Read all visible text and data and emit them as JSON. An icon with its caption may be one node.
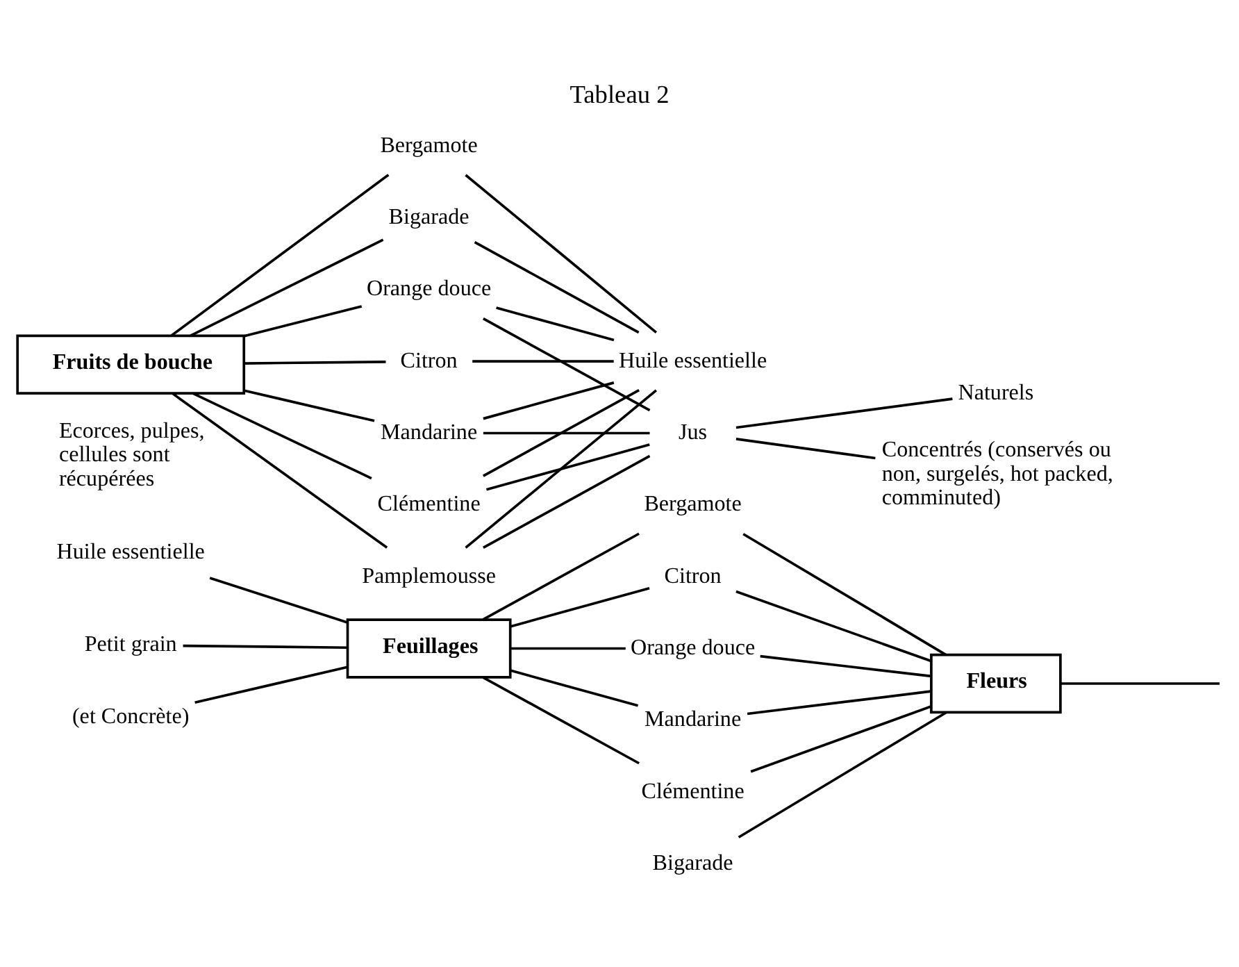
{
  "diagram": {
    "title": "Tableau 2",
    "nodes": [
      {
        "text": [
          "Fruits de bouche"
        ]
      },
      {
        "text": [
          "Bergamote"
        ]
      },
      {
        "text": [
          "Bigarade"
        ]
      },
      {
        "text": [
          "Orange douce"
        ]
      },
      {
        "text": [
          "Citron"
        ]
      },
      {
        "text": [
          "Mandarine"
        ]
      },
      {
        "text": [
          "Clémentine"
        ]
      },
      {
        "text": [
          "Pamplemousse"
        ]
      },
      {
        "text": [
          "Huile essentielle"
        ]
      },
      {
        "text": [
          "Jus"
        ]
      },
      {
        "text": [
          "Naturels"
        ]
      },
      {
        "text": [
          "Concentrés (conservés ou non, surgelés, hot packed, comminuted)"
        ]
      },
      {
        "text": [
          "Huile essentielle"
        ]
      },
      {
        "text": [
          "Petit grain"
        ]
      },
      {
        "text": [
          "(et Concrète)"
        ]
      },
      {
        "text": [
          "Feuillages"
        ]
      },
      {
        "text": [
          "Bergamote"
        ]
      },
      {
        "text": [
          "Bigarade"
        ]
      },
      {
        "text": [
          "Citron"
        ]
      },
      {
        "text": [
          "Orange douce"
        ]
      },
      {
        "text": [
          "Mandarine"
        ]
      },
      {
        "text": [
          "Clémentine"
        ]
      },
      {
        "text": [
          "Fleurs"
        ]
      }
    ],
    "edges": [
      {
        "from": 0,
        "to": 1,
        "arrow": "none"
      },
      {
        "from": 0,
        "to": 2,
        "arrow": "none"
      },
      {
        "from": 0,
        "to": 3,
        "arrow": "none"
      },
      {
        "from": 0,
        "to": 4,
        "arrow": "none"
      },
      {
        "from": 0,
        "to": 5,
        "arrow": "none"
      },
      {
        "from": 0,
        "to": 6,
        "arrow": "none"
      },
      {
        "from": 0,
        "to": 7,
        "arrow": "none"
      },
      {
        "from": 1,
        "to": 8,
        "arrow": "none"
      },
      {
        "from": 2,
        "to": 8,
        "arrow": "none"
      },
      {
        "from": 3,
        "to": 8,
        "arrow": "none"
      },
      {
        "from": 4,
        "to": 8,
        "arrow": "none"
      },
      {
        "from": 5,
        "to": 8,
        "arrow": "none"
      },
      {
        "from": 6,
        "to": 8,
        "arrow": "none"
      },
      {
        "from": 7,
        "to": 8,
        "arrow": "none"
      },
      {
        "from": 3,
        "to": 9,
        "arrow": "none"
      },
      {
        "from": 5,
        "to": 9,
        "arrow": "none"
      },
      {
        "from": 6,
        "to": 9,
        "arrow": "none"
      },
      {
        "from": 7,
        "to": 9,
        "arrow": "none"
      },
      {
        "from": 9,
        "to": 10,
        "arrow": "none"
      },
      {
        "from": 9,
        "to": 11,
        "arrow": "none"
      },
      {
        "from": 12,
        "to": 15,
        "arrow": "none"
      },
      {
        "from": 13,
        "to": 15,
        "arrow": "none"
      },
      {
        "from": 14,
        "to": 15,
        "arrow": "none"
      },
      {
        "from": 15,
        "to": 16,
        "arrow": "none"
      },
      {
        "from": 15,
        "to": 18,
        "arrow": "none"
      },
      {
        "from": 15,
        "to": 19,
        "arrow": "none"
      },
      {
        "from": 15,
        "to": 20,
        "arrow": "none"
      },
      {
        "from": 15,
        "to": 21,
        "arrow": "none"
      },
      {
        "from": 16,
        "to": 22,
        "arrow": "none"
      },
      {
        "from": 17,
        "to": 22,
        "arrow": "none"
      },
      {
        "from": 18,
        "to": 22,
        "arrow": "none"
      },
      {
        "from": 19,
        "to": 22,
        "arrow": "none"
      },
      {
        "from": 20,
        "to": 22,
        "arrow": "none"
      },
      {
        "from": 21,
        "to": 22,
        "arrow": "none"
      },
      {
        "from": 22,
        "to": null,
        "arrow": "none"
      }
    ],
    "labels": [
      "Ecorces, pulpes, cellules sont récupérées"
    ]
  }
}
